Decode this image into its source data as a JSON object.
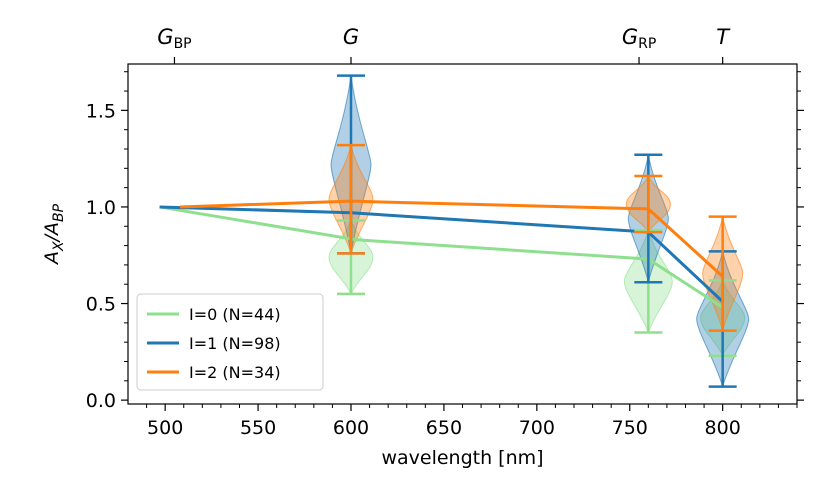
{
  "chart_data": {
    "type": "violin-line",
    "xlabel": "wavelength [nm]",
    "ylabel": "A_X/A_BP",
    "xlim": [
      480,
      840
    ],
    "ylim": [
      -0.02,
      1.74
    ],
    "xticks": [
      500,
      550,
      600,
      650,
      700,
      750,
      800
    ],
    "yticks": [
      0.0,
      0.5,
      1.0,
      1.5
    ],
    "top_axis_labels": [
      {
        "x": 505,
        "main": "G",
        "sub": "BP"
      },
      {
        "x": 600,
        "main": "G",
        "sub": ""
      },
      {
        "x": 755,
        "main": "G",
        "sub": "RP"
      },
      {
        "x": 800,
        "main": "T",
        "sub": ""
      }
    ],
    "legend_position": "lower-left",
    "grid": false,
    "series": [
      {
        "name": "I=0 (N=44)",
        "color": "#8ee08e",
        "line_x": [
          497,
          603,
          760,
          800
        ],
        "line_y": [
          1.0,
          0.83,
          0.73,
          0.48
        ],
        "bars": [
          {
            "x": 600,
            "min": 0.55,
            "max": 0.93
          },
          {
            "x": 760,
            "min": 0.35,
            "max": 0.88
          },
          {
            "x": 800,
            "min": 0.23,
            "max": 0.62
          }
        ]
      },
      {
        "name": "I=1 (N=98)",
        "color": "#1f77b4",
        "line_x": [
          497,
          600,
          760,
          800
        ],
        "line_y": [
          1.0,
          0.97,
          0.87,
          0.51
        ],
        "bars": [
          {
            "x": 600,
            "min": 0.76,
            "max": 1.68
          },
          {
            "x": 760,
            "min": 0.61,
            "max": 1.27
          },
          {
            "x": 800,
            "min": 0.07,
            "max": 0.77
          }
        ]
      },
      {
        "name": "I=2 (N=34)",
        "color": "#ff7f0e",
        "line_x": [
          508,
          600,
          760,
          800
        ],
        "line_y": [
          1.0,
          1.03,
          0.99,
          0.64
        ],
        "bars": [
          {
            "x": 600,
            "min": 0.76,
            "max": 1.32
          },
          {
            "x": 760,
            "min": 0.87,
            "max": 1.16
          },
          {
            "x": 800,
            "min": 0.36,
            "max": 0.95
          }
        ]
      }
    ]
  }
}
